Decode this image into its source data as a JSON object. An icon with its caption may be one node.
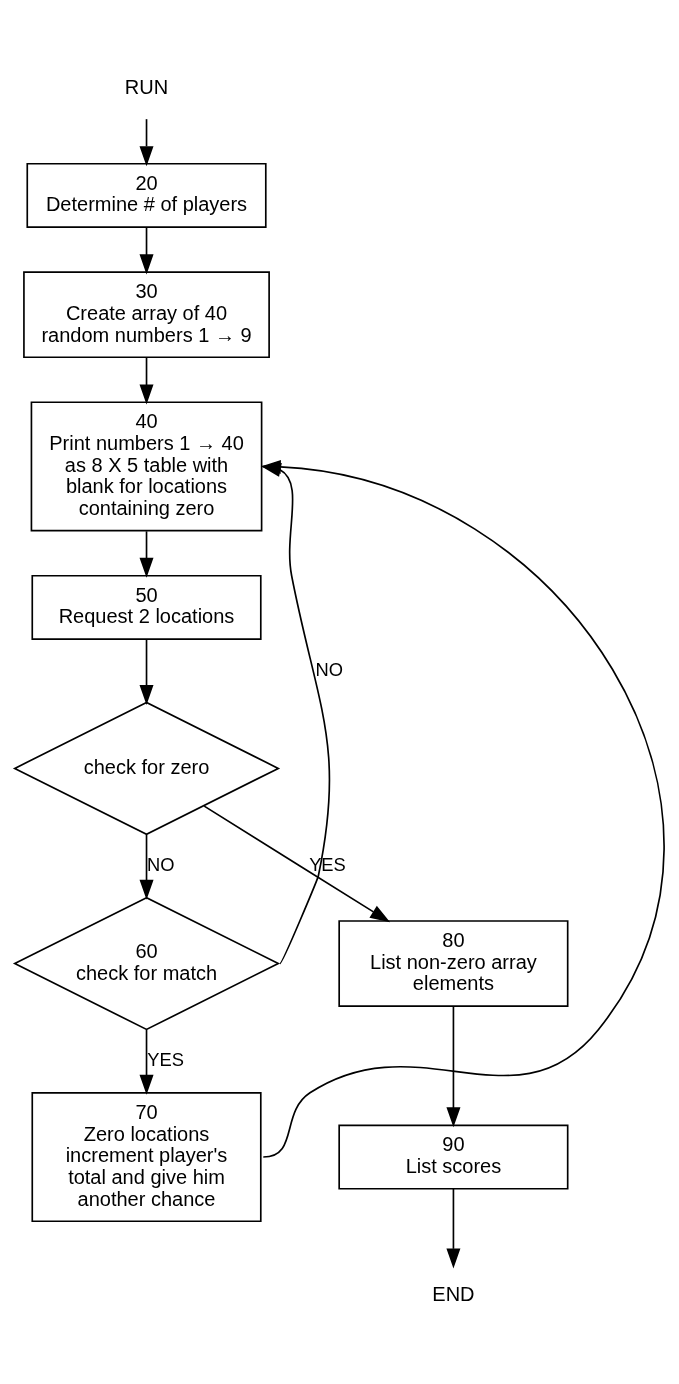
{
  "diagram": {
    "nodes": [
      {
        "text": [
          "RUN"
        ]
      },
      {
        "text": [
          "20",
          "Determine # of players"
        ]
      },
      {
        "text": [
          "30",
          "Create array of 40 random numbers 1 → 9"
        ]
      },
      {
        "text": [
          "40",
          "Print numbers 1 → 40 as 8 X 5 table with blank for locations containing zero"
        ]
      },
      {
        "text": [
          "50",
          "Request 2 locations"
        ]
      },
      {
        "text": [
          "check for zero"
        ]
      },
      {
        "text": [
          "60",
          "check for match"
        ]
      },
      {
        "text": [
          "70",
          "Zero locations increment player's total and give him another chance"
        ]
      },
      {
        "text": [
          "80",
          "List non-zero array elements"
        ]
      },
      {
        "text": [
          "90",
          "List scores"
        ]
      },
      {
        "text": [
          "END"
        ]
      }
    ],
    "edges": [
      {
        "from": 0,
        "to": 1,
        "arrow": "to"
      },
      {
        "from": 1,
        "to": 2,
        "arrow": "to"
      },
      {
        "from": 2,
        "to": 3,
        "arrow": "to"
      },
      {
        "from": 3,
        "to": 4,
        "arrow": "to"
      },
      {
        "from": 4,
        "to": 5,
        "arrow": "to"
      },
      {
        "from": 5,
        "to": 6,
        "arrow": "to",
        "label": "NO"
      },
      {
        "from": 5,
        "to": 8,
        "arrow": "to",
        "label": "YES"
      },
      {
        "from": 6,
        "to": 3,
        "arrow": "to",
        "label": "NO"
      },
      {
        "from": 6,
        "to": 7,
        "arrow": "to",
        "label": "YES"
      },
      {
        "from": 7,
        "to": 3,
        "arrow": "to"
      },
      {
        "from": 8,
        "to": 9,
        "arrow": "to"
      },
      {
        "from": 9,
        "to": 10,
        "arrow": "to"
      }
    ]
  }
}
